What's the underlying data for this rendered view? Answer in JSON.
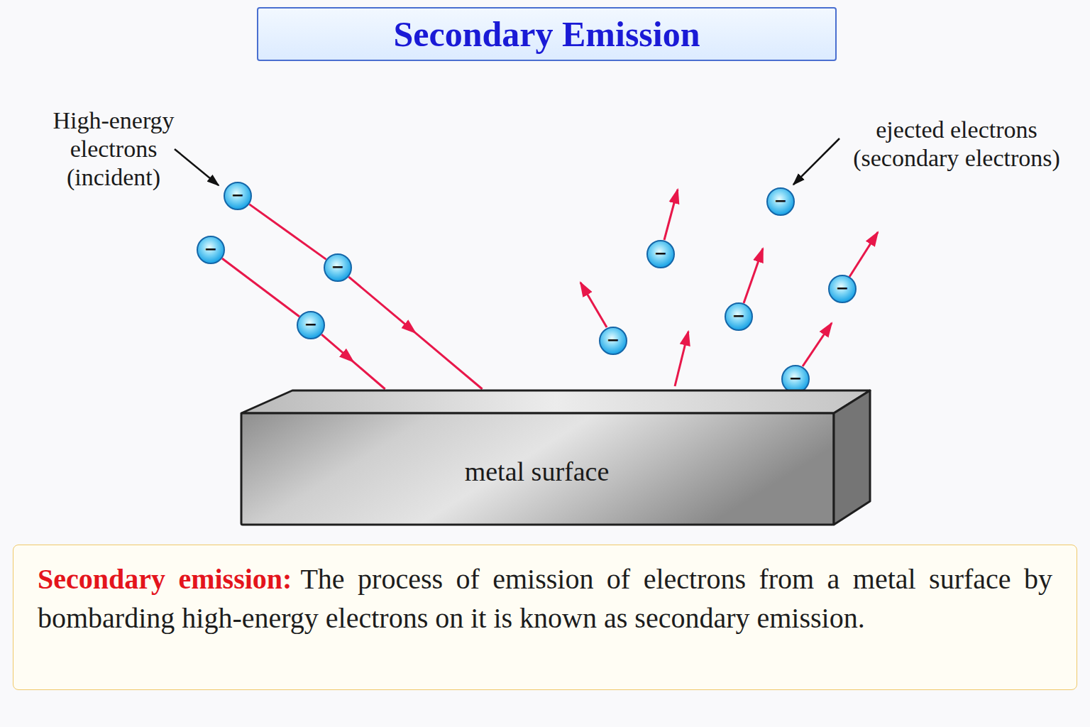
{
  "diagram": {
    "title": "Secondary Emission",
    "nodes": [
      {
        "text": [
          "−"
        ]
      },
      {
        "text": [
          "−"
        ]
      },
      {
        "text": [
          "−"
        ]
      },
      {
        "text": [
          "−"
        ]
      },
      {
        "text": [
          "−"
        ]
      },
      {
        "text": [
          "−"
        ]
      },
      {
        "text": [
          "−"
        ]
      },
      {
        "text": [
          "−"
        ]
      },
      {
        "text": [
          "−"
        ]
      },
      {
        "text": [
          "−"
        ]
      },
      {
        "text": [
          "metal surface"
        ]
      },
      {
        "text": [
          "Secondary emission:",
          "The process of emission of electrons from a metal surface by bombarding high-energy electrons on it is known as secondary emission."
        ]
      }
    ],
    "edges": [
      {
        "from": 0,
        "to": 2,
        "arrow": "none"
      },
      {
        "from": 2,
        "to": 10,
        "arrow": "to"
      },
      {
        "from": 1,
        "to": 3,
        "arrow": "none"
      },
      {
        "from": 3,
        "to": 10,
        "arrow": "to"
      }
    ],
    "labels": [
      "High-energy electrons (incident)",
      "ejected electrons (secondary electrons)"
    ]
  }
}
